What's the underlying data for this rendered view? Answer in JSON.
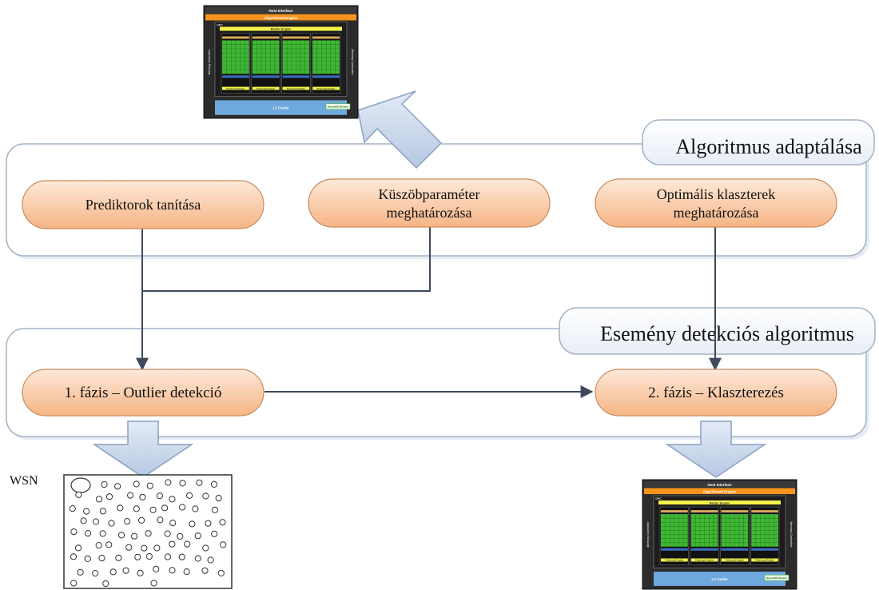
{
  "groups": {
    "adaptation": {
      "label": "Algoritmus adaptálása"
    },
    "detection": {
      "label": "Esemény detekciós algoritmus"
    }
  },
  "nodes": {
    "train_predictors": {
      "lines": [
        "Prediktorok tanítása"
      ]
    },
    "threshold_param": {
      "lines": [
        "Küszöbparaméter",
        "meghatározása"
      ]
    },
    "optimal_clusters": {
      "lines": [
        "Optimális klaszterek",
        "meghatározása"
      ]
    },
    "phase1": {
      "lines": [
        "1. fázis – Outlier detekció"
      ]
    },
    "phase2": {
      "lines": [
        "2. fázis – Klaszterezés"
      ]
    }
  },
  "wsn": {
    "label": "WSN"
  },
  "gpu_chip": {
    "host_interface": "Host Interface",
    "gigathread": "GigaThread Engine",
    "gpc": "GPC",
    "raster": "Raster Engine",
    "memory_controller": "Memory Controller",
    "polymorph": "Polymorph Engine",
    "l2": "L2 Cache",
    "watermark": "Beyond3D Reviews"
  },
  "colors": {
    "node_fill_top": "#fde9d9",
    "node_fill_bottom": "#f6b585",
    "node_stroke": "#c98b5c",
    "arrow_line": "#3c4a5c",
    "block_arrow_fill": "#c6d4ea",
    "group_stroke": "#a4b3c6",
    "sm_green": "#3fb734",
    "chip_orange": "#f7941d",
    "chip_yellow": "#f5f24a",
    "chip_blue": "#6fa8dc"
  }
}
